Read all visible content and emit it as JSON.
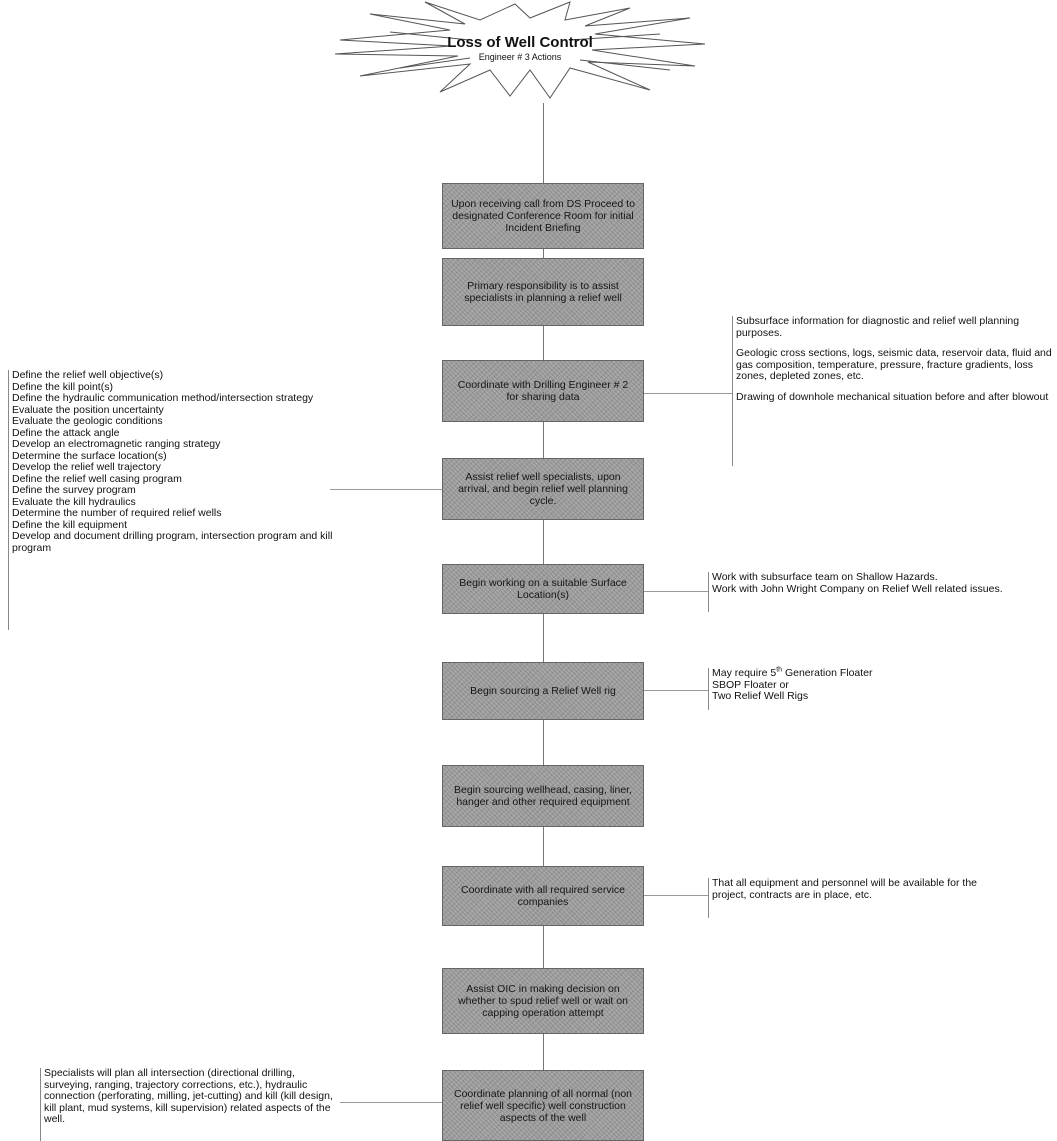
{
  "header": {
    "title": "Loss of Well Control",
    "subtitle": "Engineer # 3 Actions"
  },
  "steps": [
    "Upon receiving call from DS Proceed to designated Conference Room for initial Incident Briefing",
    "Primary responsibility is to assist specialists in planning a relief well",
    "Coordinate with Drilling Engineer # 2 for sharing data",
    "Assist relief well specialists, upon arrival, and begin relief well planning cycle.",
    "Begin working on a suitable Surface Location(s)",
    "Begin sourcing a Relief Well rig",
    "Begin sourcing wellhead, casing, liner, hanger and other required equipment",
    "Coordinate with all required service companies",
    "Assist OIC in making decision on whether to spud relief well or wait on capping operation attempt",
    "Coordinate planning of all normal (non relief well specific) well construction aspects of the well"
  ],
  "notes": {
    "subsurface": [
      "Subsurface information for diagnostic and relief well planning purposes.",
      "Geologic cross sections, logs, seismic data, reservoir data, fluid and gas composition, temperature, pressure, fracture gradients, loss zones, depleted zones, etc.",
      "Drawing of downhole mechanical situation before and after blowout"
    ],
    "planning_tasks": [
      "Define the relief well objective(s)",
      "Define the kill point(s)",
      "Define the hydraulic communication method/intersection strategy",
      "Evaluate the position uncertainty",
      "Evaluate the geologic conditions",
      "Define the attack angle",
      "Develop an electromagnetic ranging strategy",
      "Determine the surface location(s)",
      "Develop the relief well trajectory",
      "Define the relief well casing program",
      "Define the survey program",
      "Evaluate the kill hydraulics",
      "Determine the number of required relief wells",
      "Define the kill equipment",
      "Develop and document drilling program, intersection program and kill program"
    ],
    "surface_location": [
      "Work with subsurface team on Shallow Hazards.",
      "Work with John Wright Company on Relief Well related issues."
    ],
    "rig": {
      "line1_pre": "May require 5",
      "line1_sup": "th",
      "line1_post": " Generation Floater",
      "line2": "SBOP Floater or",
      "line3": "Two Relief Well Rigs"
    },
    "services": "That all equipment and personnel will be available for the project, contracts are in place, etc.",
    "specialists": "Specialists will plan all intersection (directional drilling, surveying, ranging, trajectory corrections, etc.), hydraulic connection (perforating, milling, jet-cutting) and kill (kill design, kill plant, mud systems, kill supervision) related aspects of the well."
  }
}
